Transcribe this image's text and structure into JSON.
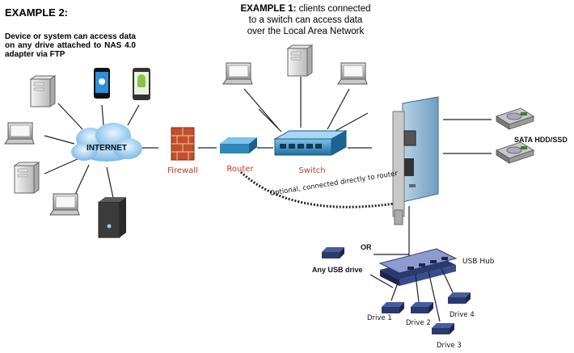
{
  "example2": {
    "title": "EXAMPLE 2:",
    "body": "Device or system can access data on any drive attached to NAS 4.0 adapter via FTP"
  },
  "example1": {
    "title_bold": "EXAMPLE 1:",
    "title_rest": " clients connected",
    "line2": "to a switch can access data",
    "line3": "over the Local Area Network"
  },
  "labels": {
    "internet": "INTERNET",
    "firewall": "Firewall",
    "router": "Router",
    "switch": "Switch",
    "optional": "Optional, connected directly to router",
    "sata": "SATA HDD/SSD",
    "or": "OR",
    "any_usb": "Any USB drive",
    "usb_hub": "USB Hub",
    "drive1": "Drive 1",
    "drive2": "Drive 2",
    "drive3": "Drive 3",
    "drive4": "Drive 4"
  },
  "colors": {
    "label_red": "#c0392b",
    "cloud": "#8fc6ec",
    "switch_blue": "#2f86b8",
    "usb_navy": "#2b3a6e",
    "card_blue": "#8fb8d8"
  }
}
